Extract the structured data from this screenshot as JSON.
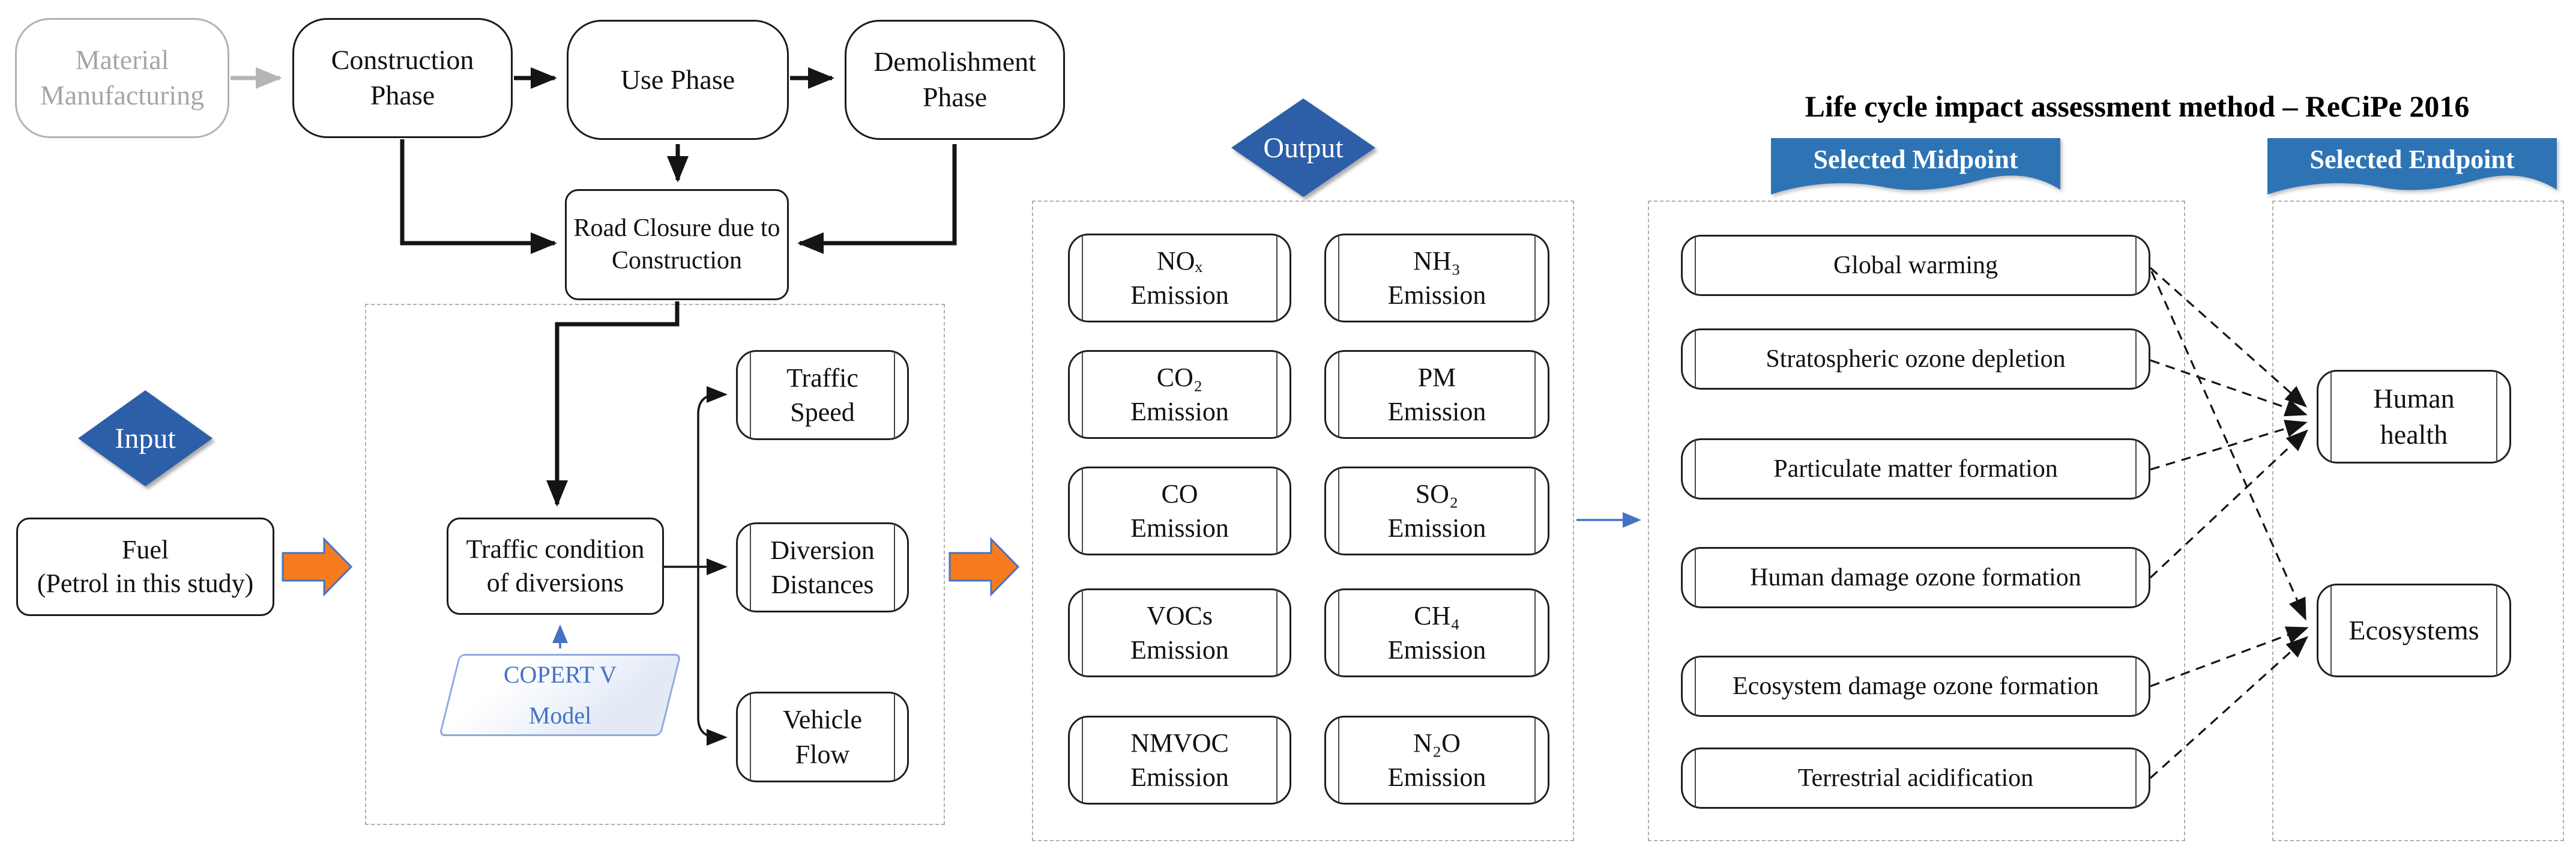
{
  "colors": {
    "diamond_blue": "#2d5fa8",
    "banner_blue": "#2e74b5",
    "arrow_orange": "#f87b1e",
    "arrow_outline_blue": "#4472c4",
    "muted_gray": "#a6a6a6",
    "line_black": "#141414"
  },
  "phases": {
    "items": [
      {
        "label": "Material Manufacturing"
      },
      {
        "label": "Construction Phase"
      },
      {
        "label": "Use Phase"
      },
      {
        "label": "Demolishment Phase"
      }
    ]
  },
  "road_closure": {
    "label": "Road Closure due to Construction"
  },
  "input_section": {
    "badge": "Input",
    "fuel_l1": "Fuel",
    "fuel_l2": "(Petrol in this study)"
  },
  "traffic_section": {
    "condition_l1": "Traffic condition",
    "condition_l2": "of diversions",
    "copert_l1": "COPERT V",
    "copert_l2": "Model",
    "params": [
      {
        "l1": "Traffic",
        "l2": "Speed"
      },
      {
        "l1": "Diversion",
        "l2": "Distances"
      },
      {
        "l1": "Vehicle",
        "l2": "Flow"
      }
    ]
  },
  "output_section": {
    "badge": "Output",
    "emissions": [
      {
        "l1": "NOₓ",
        "l2": "Emission"
      },
      {
        "l1": "NH₃",
        "l2": "Emission"
      },
      {
        "l1": "CO₂",
        "l2": "Emission"
      },
      {
        "l1": "PM",
        "l2": "Emission"
      },
      {
        "l1": "CO",
        "l2": "Emission"
      },
      {
        "l1": "SO₂",
        "l2": "Emission"
      },
      {
        "l1": "VOCs",
        "l2": "Emission"
      },
      {
        "l1": "CH₄",
        "l2": "Emission"
      },
      {
        "l1": "NMVOC",
        "l2": "Emission"
      },
      {
        "l1": "N₂O",
        "l2": "Emission"
      }
    ]
  },
  "lcia": {
    "title": "Life cycle impact assessment method – ReCiPe 2016",
    "midpoint_banner": "Selected Midpoint",
    "endpoint_banner": "Selected Endpoint",
    "midpoints": [
      {
        "label": "Global warming"
      },
      {
        "label": "Stratospheric ozone depletion"
      },
      {
        "label": "Particulate matter formation"
      },
      {
        "label": "Human damage ozone formation"
      },
      {
        "label": "Ecosystem damage ozone formation"
      },
      {
        "label": "Terrestrial acidification"
      }
    ],
    "endpoints": [
      {
        "label": "Human health"
      },
      {
        "label": "Ecosystems"
      }
    ]
  }
}
